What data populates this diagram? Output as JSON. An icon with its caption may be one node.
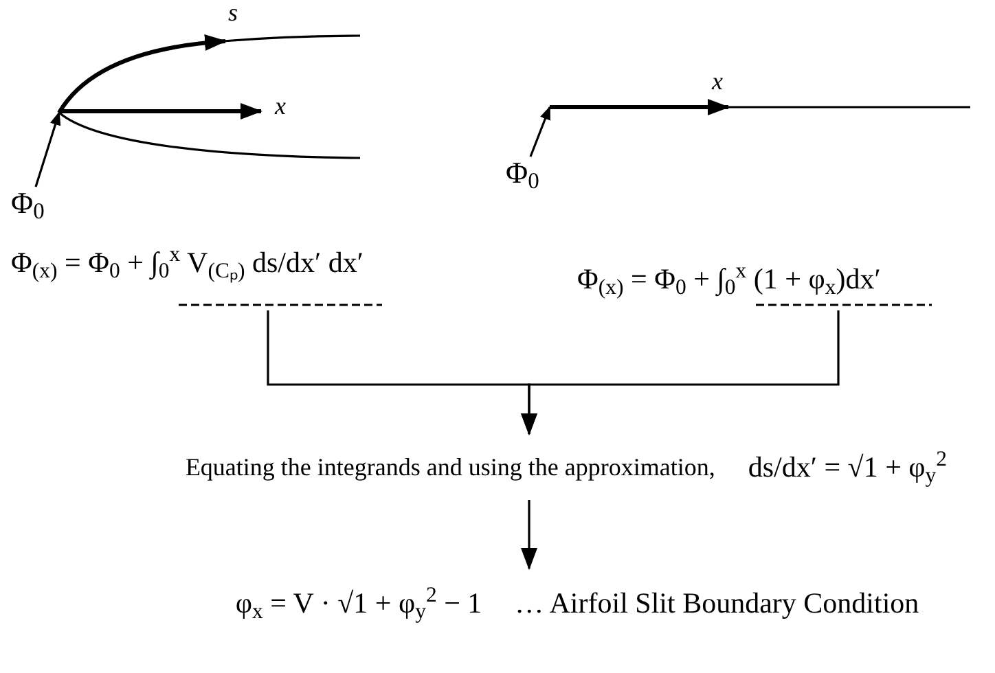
{
  "diagram": {
    "nodes": [
      {
        "text": [],
        "shape": "picture"
      },
      {
        "text": [
          "Φ$_{0}$"
        ]
      },
      {
        "text": [],
        "shape": "picture"
      },
      {
        "text": [
          "Φ$_{0}$"
        ]
      },
      {
        "text": [
          "Φ$_{(x)}$ = Φ$_{0}$ + ∫$_{0}$$^{x}$ V$_{(Cₚ)}$ ds/dx′ dx′"
        ]
      },
      {
        "text": [
          "Φ$_{(x)}$ = Φ$_{0}$ + ∫$_{0}$$^{x}$ (1 + φ$_{x}$)dx′"
        ]
      },
      {
        "text": [
          "Equating the integrands and using the approximation,",
          "ds/dx′ = √1 + φ$_{y}$$^{2}$"
        ]
      },
      {
        "text": [
          "φ$_{x}$ = V · √1 + φ$_{y}$$^{2}$ − 1",
          "… Airfoil Slit Boundary Condition"
        ]
      }
    ],
    "edges": [
      {
        "from": 1,
        "to": 0,
        "arrow": "to"
      },
      {
        "from": 3,
        "to": 2,
        "arrow": "to"
      },
      {
        "from": 4,
        "to": 6,
        "arrow": "to"
      },
      {
        "from": 5,
        "to": 6,
        "arrow": "to"
      },
      {
        "from": 6,
        "to": 7,
        "arrow": "to"
      }
    ],
    "labels": [
      "s",
      "x",
      "x"
    ]
  }
}
